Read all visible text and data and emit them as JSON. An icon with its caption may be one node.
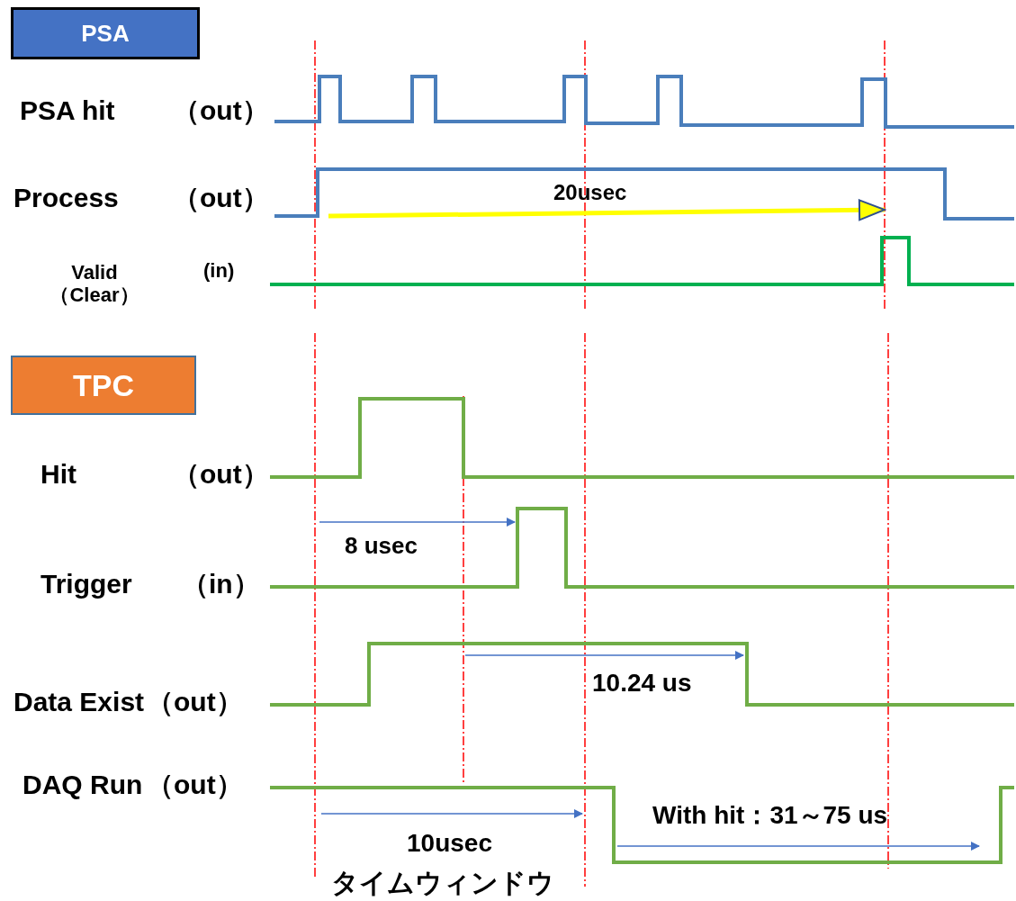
{
  "diagram": {
    "nodes": [
      {
        "text": [
          "PSA"
        ]
      },
      {
        "text": [
          "TPC"
        ]
      }
    ],
    "labels": [
      "PSA hit",
      "（out）",
      "Process",
      "（out）",
      "20usec",
      "Valid （Clear）",
      "(in)",
      "Hit",
      "（out）",
      "8 usec",
      "Trigger",
      "（in）",
      "Data Exist",
      "（out）",
      "10.24 us",
      "DAQ Run",
      "（out）",
      "With hit：31～75 us",
      "10usec",
      "タイムウィンドウ"
    ]
  }
}
